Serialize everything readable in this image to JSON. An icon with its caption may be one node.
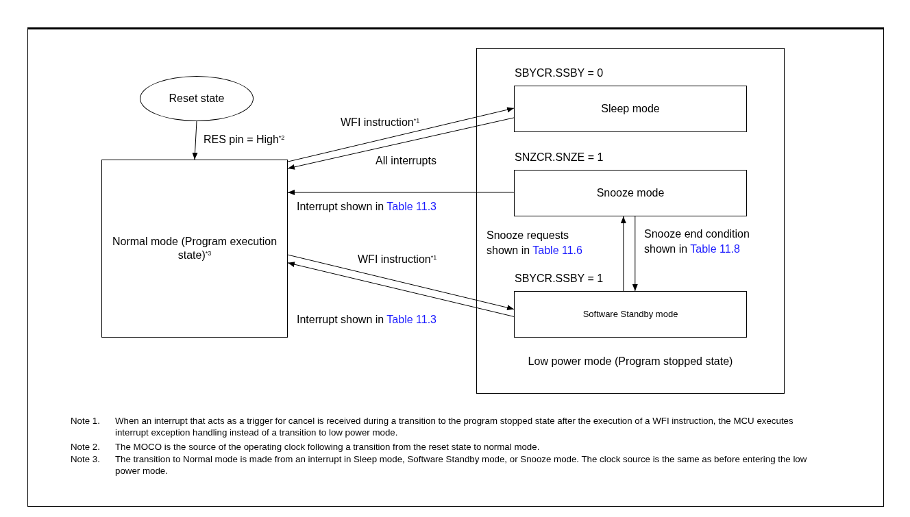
{
  "diagram": {
    "nodes": [
      {
        "text": [
          "Low power mode (Program stopped state)"
        ]
      },
      {
        "text": [
          "Reset state"
        ]
      },
      {
        "text": [
          "Normal mode (Program execution state)$^{*3}$"
        ]
      },
      {
        "text": [
          "Sleep mode"
        ],
        "in": 0,
        "beside": [
          "SBYCR.SSBY = 0"
        ]
      },
      {
        "text": [
          "Snooze mode"
        ],
        "in": 0,
        "beside": [
          "SNZCR.SNZE = 1"
        ]
      },
      {
        "text": [
          "Software Standby mode"
        ],
        "in": 0,
        "beside": [
          "SBYCR.SSBY = 1"
        ]
      }
    ],
    "edges": [
      {
        "from": 1,
        "to": 2,
        "arrow": "to",
        "label": "RES pin = High$^{*2}$"
      },
      {
        "from": 2,
        "to": 3,
        "arrow": "to",
        "label": "WFI instruction$^{*1}$"
      },
      {
        "from": 3,
        "to": 2,
        "arrow": "to",
        "label": "All interrupts"
      },
      {
        "from": 4,
        "to": 2,
        "arrow": "to",
        "label": "Interrupt shown in *Table 11.3*"
      },
      {
        "from": 2,
        "to": 5,
        "arrow": "to",
        "label": "WFI instruction$^{*1}$"
      },
      {
        "from": 5,
        "to": 2,
        "arrow": "to",
        "label": "Interrupt shown in *Table 11.3*"
      },
      {
        "from": 5,
        "to": 4,
        "arrow": "to",
        "label": "Snooze requests shown in *Table 11.6*"
      },
      {
        "from": 4,
        "to": 5,
        "arrow": "to",
        "label": "Snooze end condition shown in *Table 11.8*"
      }
    ],
    "labels": [
      "Note 1.",
      "When an interrupt that acts as a trigger for cancel is received during a transition to the program stopped state after the execution of a WFI instruction, the MCU executes interrupt exception handling instead of a transition to low power mode.",
      "Note 2.",
      "The MOCO is the source of the operating clock following a transition from the reset state to normal mode.",
      "Note 3.",
      "The transition to Normal mode is made from an interrupt in Sleep mode, Software Standby mode, or Snooze mode. The clock source is the same as before entering the low power mode."
    ]
  }
}
